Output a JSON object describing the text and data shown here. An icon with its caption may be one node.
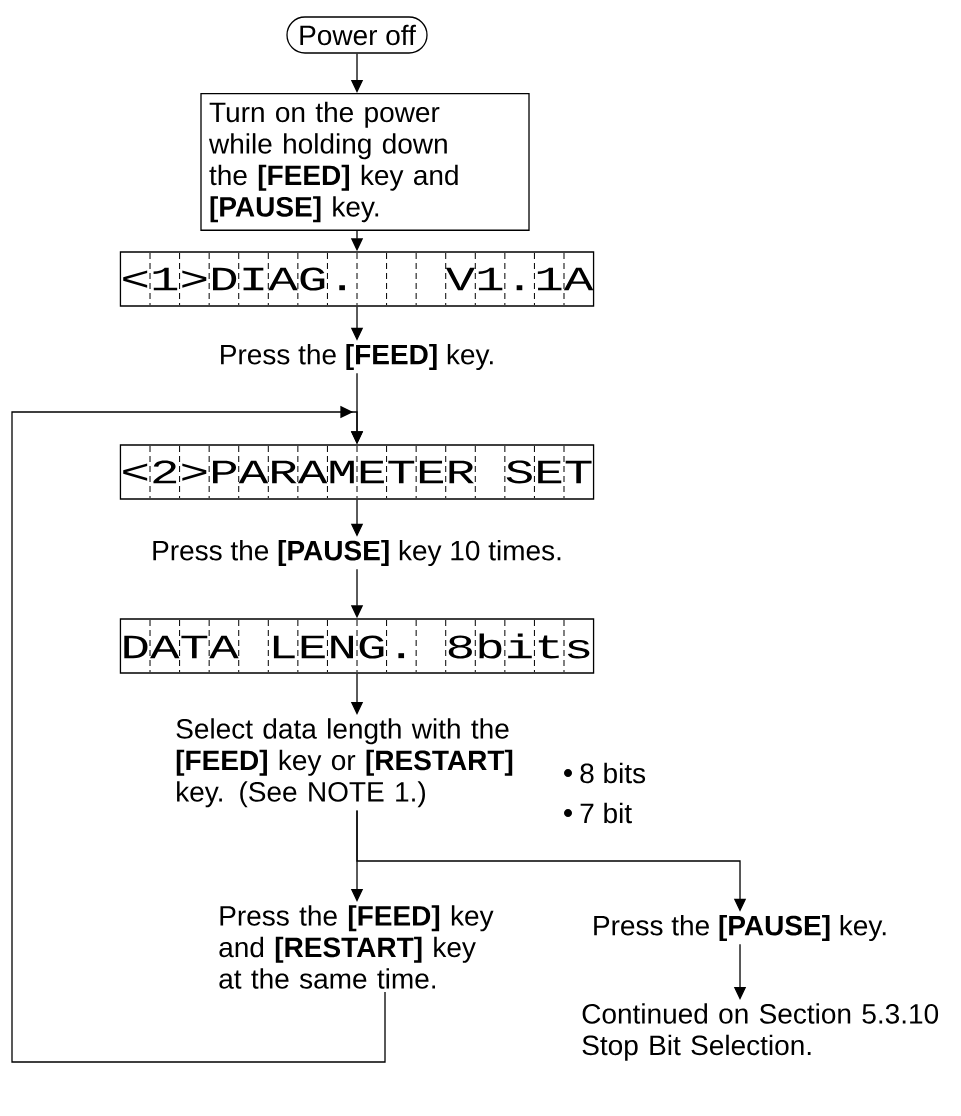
{
  "diagram": {
    "nodes": [
      {
        "text": [
          "Power off"
        ]
      },
      {
        "text": [
          "Turn on the power while holding down the **[FEED]** key and **[PAUSE]** key."
        ]
      },
      {
        "text": [
          "<1>DIAG.   V1.1A"
        ]
      },
      {
        "text": [
          "Press the **[FEED]** key."
        ]
      },
      {
        "text": [
          "<2>PARAMETER SET"
        ]
      },
      {
        "text": [
          "Press the **[PAUSE]** key 10 times."
        ]
      },
      {
        "text": [
          "DATA LENG. 8bits"
        ]
      },
      {
        "text": [
          "Select data length with the **[FEED]** key or **[RESTART]** key. (See NOTE 1.)"
        ]
      },
      {
        "text": [
          "Press the **[FEED]** key and **[RESTART]** key at the same time."
        ]
      },
      {
        "text": [
          "Press the **[PAUSE]** key."
        ]
      },
      {
        "text": [
          "Continued on Section 5.3.10 Stop Bit Selection."
        ]
      }
    ],
    "edges": [
      {
        "from": 0,
        "to": 1,
        "arrow": "to"
      },
      {
        "from": 1,
        "to": 2,
        "arrow": "to"
      },
      {
        "from": 2,
        "to": 3,
        "arrow": "to"
      },
      {
        "from": 3,
        "to": 4,
        "arrow": "to"
      },
      {
        "from": 4,
        "to": 5,
        "arrow": "to"
      },
      {
        "from": 5,
        "to": 6,
        "arrow": "to"
      },
      {
        "from": 6,
        "to": 7,
        "arrow": "to"
      },
      {
        "from": 7,
        "to": 8,
        "arrow": "to"
      },
      {
        "from": 7,
        "to": 9,
        "arrow": "to"
      },
      {
        "from": 9,
        "to": 10,
        "arrow": "to"
      },
      {
        "from": 8,
        "to": 4,
        "arrow": "to"
      }
    ],
    "labels": [
      "8 bits",
      "7 bit"
    ]
  }
}
